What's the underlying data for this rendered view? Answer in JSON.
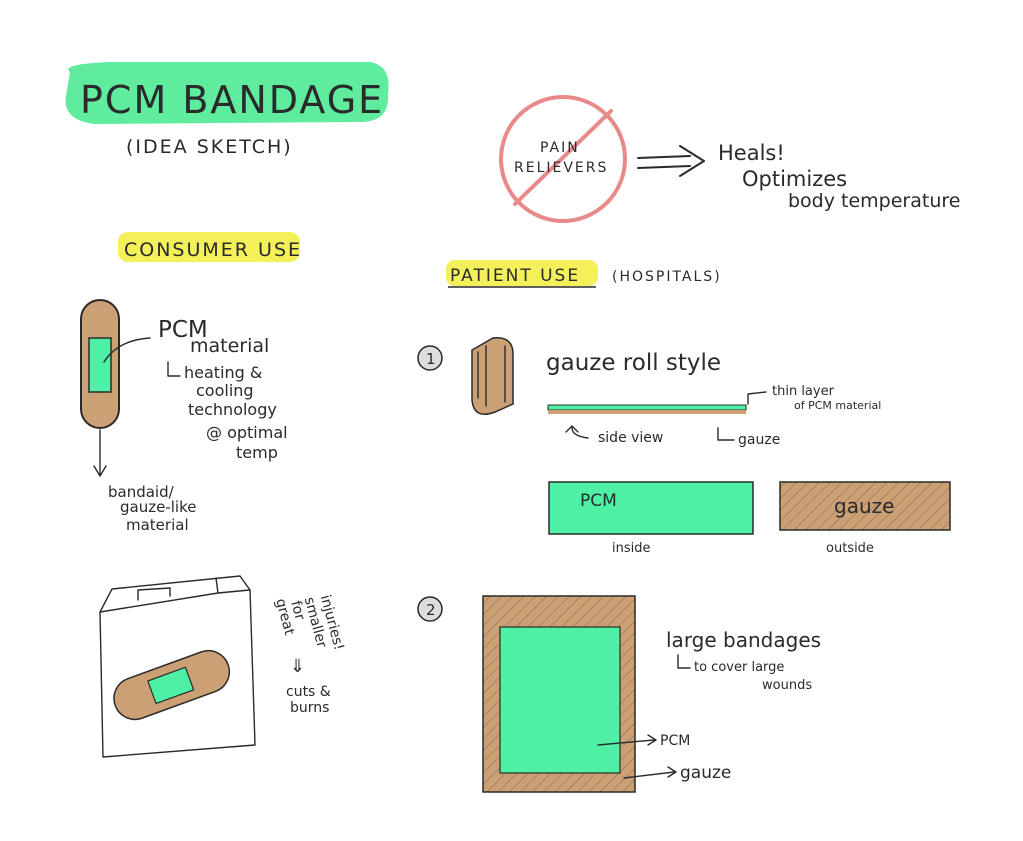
{
  "title": {
    "main": "PCM BANDAGE",
    "sub": "(IDEA SKETCH)"
  },
  "pain_section": {
    "crossed_label_line1": "PAIN",
    "crossed_label_line2": "RELIEVERS",
    "benefits": [
      "Heals!",
      "Optimizes",
      "body temperature"
    ]
  },
  "consumer": {
    "heading": "CONSUMER USE",
    "pcm_label": "PCM",
    "pcm_label_2": "material",
    "tech_lines": [
      "heating &",
      "cooling",
      "technology",
      "@ optimal",
      "temp"
    ],
    "bandaid_lines": [
      "bandaid/",
      "gauze-like",
      "material"
    ],
    "box_note_lines": [
      "great",
      "for",
      "smaller",
      "injuries!",
      "cuts &",
      "burns"
    ],
    "down_arrow": "⇓"
  },
  "patient": {
    "heading": "PATIENT USE",
    "heading_suffix": "(HOSPITALS)",
    "step1_number": "1",
    "step1_title": "gauze roll style",
    "thin_layer_line1": "thin layer",
    "thin_layer_line2": "of PCM material",
    "side_view": "side view",
    "gauze_small": "gauze",
    "inside_box_label": "PCM",
    "outside_box_label": "gauze",
    "inside_caption": "inside",
    "outside_caption": "outside",
    "step2_number": "2",
    "step2_title": "large bandages",
    "step2_sub_line1": "to cover large",
    "step2_sub_line2": "wounds",
    "pcm_pointer": "PCM",
    "gauze_pointer": "gauze"
  },
  "colors": {
    "pcm_green": "#4df0a4",
    "gauze_tan": "#caa074",
    "highlight_green": "#5fec9e",
    "highlight_yellow": "#f3f05a",
    "crossed_red": "#e88a8a",
    "ink": "#2a2a2a"
  }
}
